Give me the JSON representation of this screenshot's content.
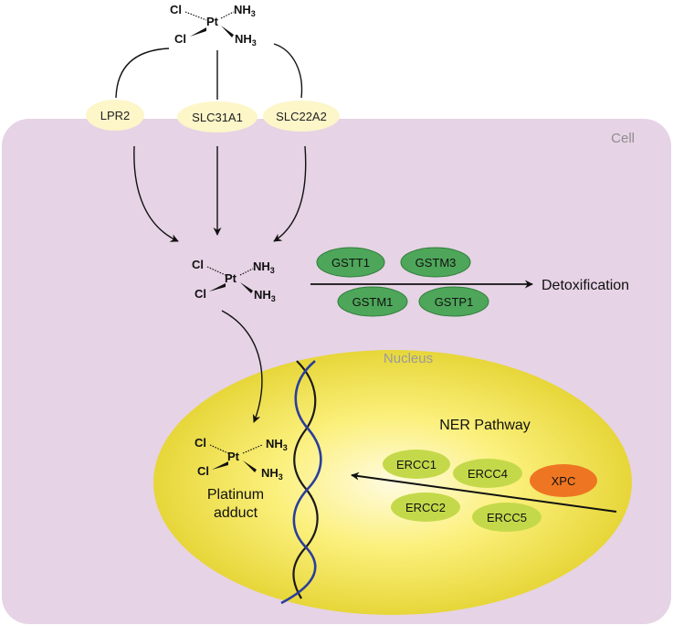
{
  "colors": {
    "cell_fill": "#e6d3e5",
    "transporter_fill": "#fcf6c9",
    "gst_fill": "#4ea65a",
    "gst_stroke": "#2f7d3a",
    "ercc_fill": "#c4d94a",
    "xpc_fill": "#ee7622",
    "nucleus_edge": "#e3d12c",
    "nucleus_center": "#fffbe0",
    "dna_blue": "#2b3f9a",
    "dna_black": "#1a1a1a"
  },
  "cell": {
    "label": "Cell"
  },
  "nucleus": {
    "label": "Nucleus"
  },
  "drug": {
    "atoms": [
      "Cl",
      "Cl",
      "Pt",
      "NH",
      "3",
      "NH",
      "3"
    ]
  },
  "transporters": [
    "LPR2",
    "SLC31A1",
    "SLC22A2"
  ],
  "gst_enzymes": [
    "GSTT1",
    "GSTM3",
    "GSTM1",
    "GSTP1"
  ],
  "detox": {
    "label": "Detoxification"
  },
  "adduct": {
    "line1": "Platinum",
    "line2": "adduct"
  },
  "ner": {
    "title": "NER Pathway",
    "ercc": [
      "ERCC1",
      "ERCC4",
      "ERCC2",
      "ERCC5"
    ],
    "xpc": "XPC"
  }
}
